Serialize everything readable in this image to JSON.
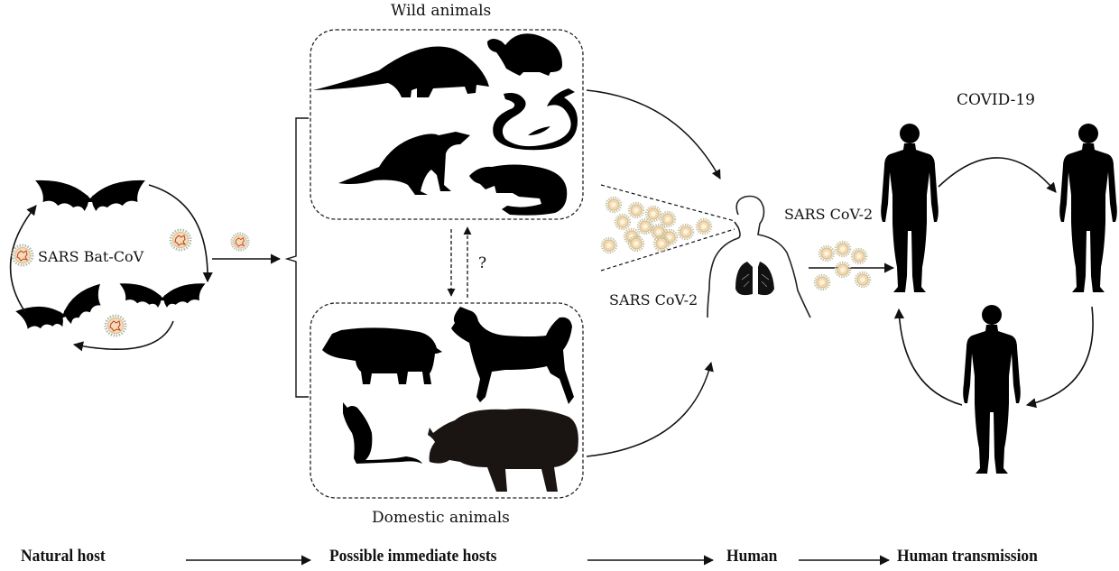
{
  "diagram": {
    "title_groups": {
      "wild": "Wild animals",
      "domestic": "Domestic animals",
      "disease": "COVID-19"
    },
    "virus_labels": {
      "bat_virus": "SARS Bat-CoV",
      "human_virus_exhaled": "SARS CoV-2",
      "human_virus_transmitted": "SARS CoV-2"
    },
    "unknown_marker": "?",
    "wild_animals": [
      "pangolin",
      "turtle",
      "snake",
      "ferret",
      "otter"
    ],
    "domestic_animals": [
      "pig",
      "dog",
      "cat",
      "yak"
    ],
    "natural_host": "bat",
    "stages": [
      {
        "label": "Natural host"
      },
      {
        "label": "Possible immediate hosts"
      },
      {
        "label": "Human"
      },
      {
        "label": "Human transmission"
      }
    ],
    "colors": {
      "silhouette": "#000000",
      "virus_core": "#f2d3a8",
      "virus_inner": "#c0392b",
      "virus_spikes": "#a9b3a0",
      "line": "#111111"
    }
  }
}
